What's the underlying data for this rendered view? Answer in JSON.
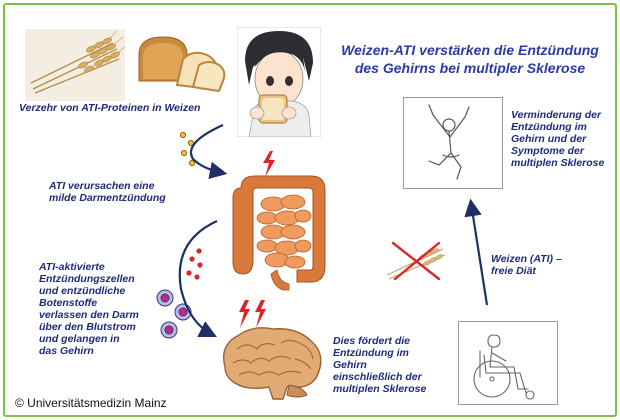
{
  "title": "Weizen-ATI verstärken die Entzündung\ndes Gehirns bei  multipler Sklerose",
  "labels": {
    "consumption": "Verzehr von ATI-Proteinen in Weizen",
    "mild_inflammation": "ATI verursachen eine\nmilde Darmentzündung",
    "activated_cells": "ATI-aktivierte\nEntzündungszellen\nund entzündliche\nBotenstoffe\nverlassen den Darm\nüber den Blutstrom\nund  gelangen in\ndas Gehirn",
    "reduction": "Verminderung der\nEntzündung im\nGehirn und der\nSymptome der\nmultiplen Sklerose",
    "diet": "Weizen (ATI) –\nfreie Diät",
    "promotes": "Dies fördert die\nEntzündung im\nGehirn\neinschließlich der\nmultiplen Sklerose"
  },
  "copyright": "© Universitätsmedizin Mainz",
  "colors": {
    "text": "#1f2a7a",
    "title": "#2a3aa8",
    "border": "#7cc242",
    "arrow": "#1e2f66",
    "lightning": "#e2222a",
    "cross": "#d9262e",
    "wheat": "#c9a45c",
    "intestine": "#e88a4f",
    "brain": "#d9a06a"
  },
  "icons": [
    "wheat-icon",
    "bread-icon",
    "boy-eating-icon",
    "intestine-icon",
    "brain-icon",
    "lightning-icon",
    "crossed-wheat-icon",
    "jumping-person-icon",
    "wheelchair-person-icon",
    "particle-dots-icon",
    "immune-cell-icon"
  ]
}
